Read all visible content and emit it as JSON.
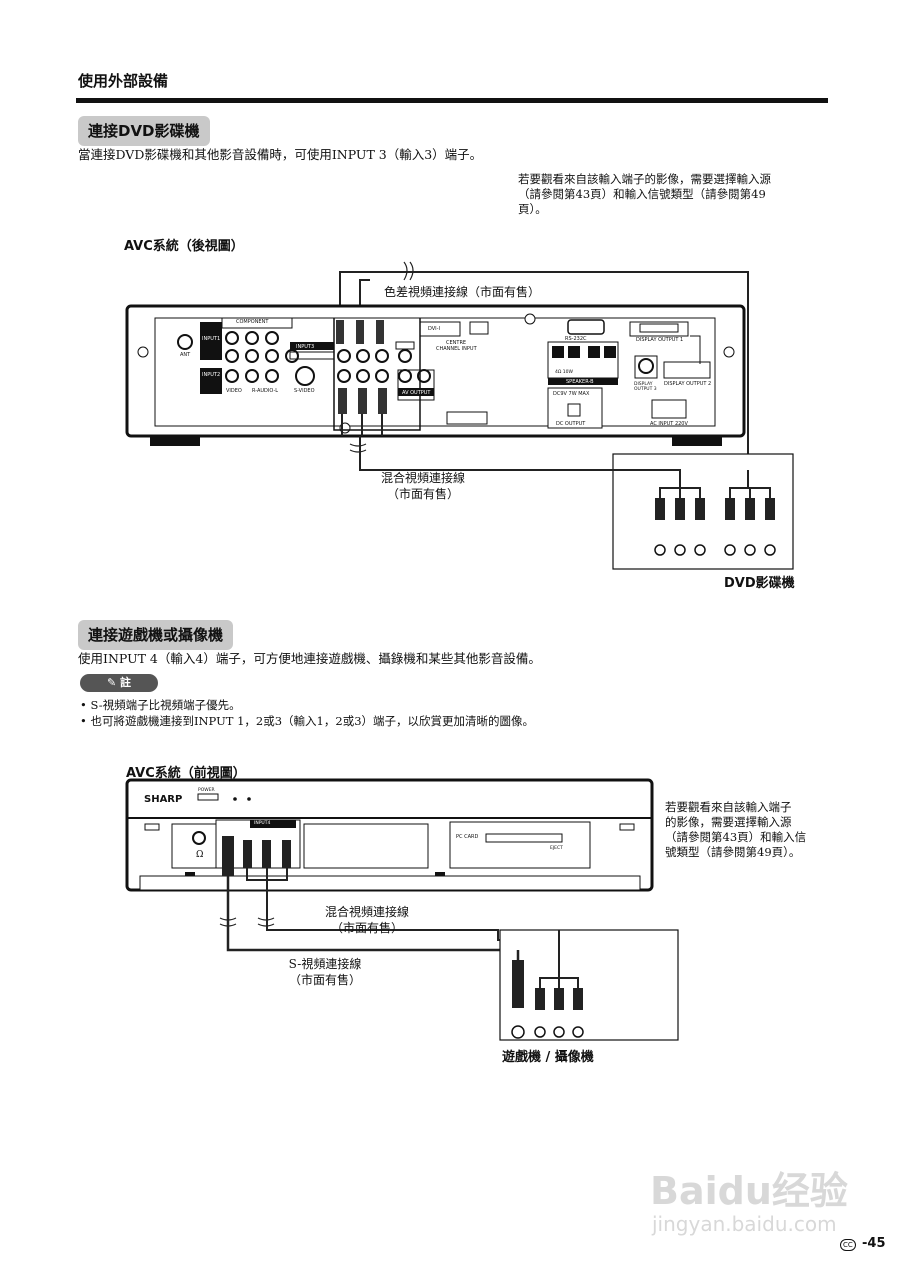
{
  "header": {
    "title": "使用外部設備"
  },
  "section1": {
    "heading": "連接DVD影碟機",
    "intro": "當連接DVD影碟機和其他影音設備時，可使用INPUT 3（輸入3）端子。",
    "side_note": [
      "若要觀看來自該輸入端子的影像，需要選擇輸入源",
      "（請參閱第43頁）和輸入信號類型（請參閱第49",
      "頁）。"
    ],
    "diagram_title": "AVC系統（後視圖）",
    "component_cable_label": "色差視頻連接線（市面有售）",
    "composite_cable_label": [
      "混合視頻連接線",
      "（市面有售）"
    ],
    "device_label": "DVD影碟機",
    "panel_labels": {
      "component": "COMPONENT",
      "input1": "INPUT1",
      "input2": "INPUT2",
      "input3": "INPUT3",
      "ant": "ANT",
      "video": "VIDEO",
      "r_audio_l": "R-AUDIO-L",
      "s_video": "S-VIDEO",
      "dvi": "DVI-I",
      "centre": "CENTRE",
      "channel_input": "CHANNEL INPUT",
      "av_output": "AV OUTPUT",
      "rs232c": "RS-232C",
      "speaker_b": "SPEAKER-B",
      "dc": "DC9V  7W MAX",
      "dc_output": "DC OUTPUT",
      "display_output_1": "DISPLAY OUTPUT 1",
      "display_output_2": "DISPLAY OUTPUT 2",
      "display_output_3": "DISPLAY OUTPUT 3",
      "ac_input": "AC INPUT 220V",
      "ohm": "4Ω 10W"
    }
  },
  "section2": {
    "heading": "連接遊戲機或攝像機",
    "intro": "使用INPUT 4（輸入4）端子，可方便地連接遊戲機、攝錄機和某些其他影音設備。",
    "note_label": "註",
    "notes": [
      "S-視頻端子比視頻端子優先。",
      "也可將遊戲機連接到INPUT 1，2或3（輸入1，2或3）端子，以欣賞更加清晰的圖像。"
    ],
    "diagram_title": "AVC系統（前視圖）",
    "side_note": [
      "若要觀看來自該輸入端子",
      "的影像，需要選擇輸入源",
      "（請參閱第43頁）和輸入信",
      "號類型（請參閱第49頁）。"
    ],
    "composite_cable_label": [
      "混合視頻連接線",
      "（市面有售）"
    ],
    "svideo_cable_label": [
      "S-視頻連接線",
      "（市面有售）"
    ],
    "device_label": "遊戲機 / 攝像機",
    "panel_labels": {
      "brand": "SHARP",
      "power": "POWER",
      "input4": "INPUT4",
      "pc_card": "PC CARD",
      "eject": "EJECT"
    }
  },
  "footer": {
    "page": "-45",
    "cc": "CC"
  },
  "watermark": {
    "brand": "Baidu经验",
    "url": "jingyan.baidu.com"
  }
}
